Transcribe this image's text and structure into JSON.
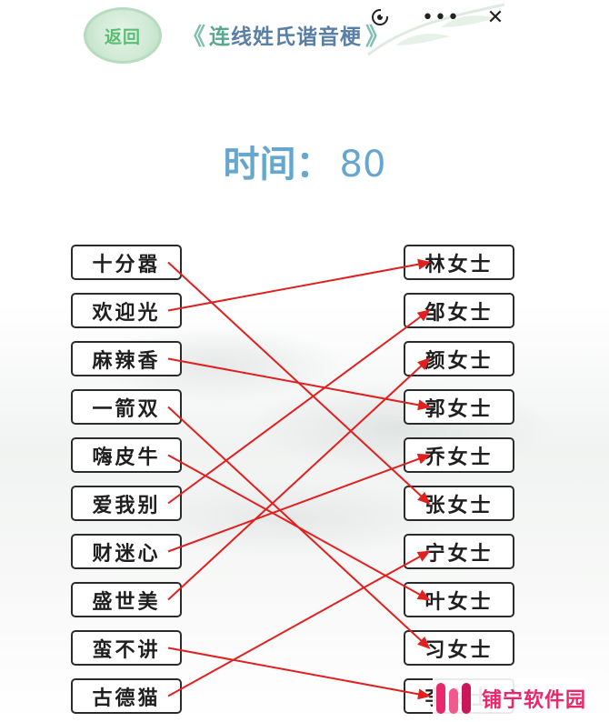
{
  "header": {
    "back_label": "返回",
    "title": "连线姓氏谐音梗",
    "title_first": "连",
    "title_rest": "线姓氏谐音梗",
    "left_arrow": "《",
    "right_arrow": "》",
    "dots_glyph": "•••",
    "close_glyph": "✕"
  },
  "timer": {
    "label": "时间：",
    "value": "80"
  },
  "left_items": [
    "十分嚣",
    "欢迎光",
    "麻辣香",
    "一箭双",
    "嗨皮牛",
    "爱我别",
    "财迷心",
    "盛世美",
    "蛮不讲",
    "古德猫"
  ],
  "right_items": [
    "林女士",
    "邹女士",
    "颜女士",
    "郭女士",
    "乔女士",
    "张女士",
    "宁女士",
    "叶女士",
    "习女士",
    "李女士"
  ],
  "connections": [
    {
      "from": 0,
      "to": 5
    },
    {
      "from": 1,
      "to": 0
    },
    {
      "from": 2,
      "to": 3
    },
    {
      "from": 3,
      "to": 8
    },
    {
      "from": 4,
      "to": 7
    },
    {
      "from": 5,
      "to": 1
    },
    {
      "from": 6,
      "to": 4
    },
    {
      "from": 7,
      "to": 2
    },
    {
      "from": 8,
      "to": 9
    },
    {
      "from": 9,
      "to": 6
    }
  ],
  "colors": {
    "line": "#e0201f",
    "timer": "#66a7cf",
    "watermark": "#e8286b"
  },
  "watermark": {
    "text": "铺宁软件园"
  }
}
